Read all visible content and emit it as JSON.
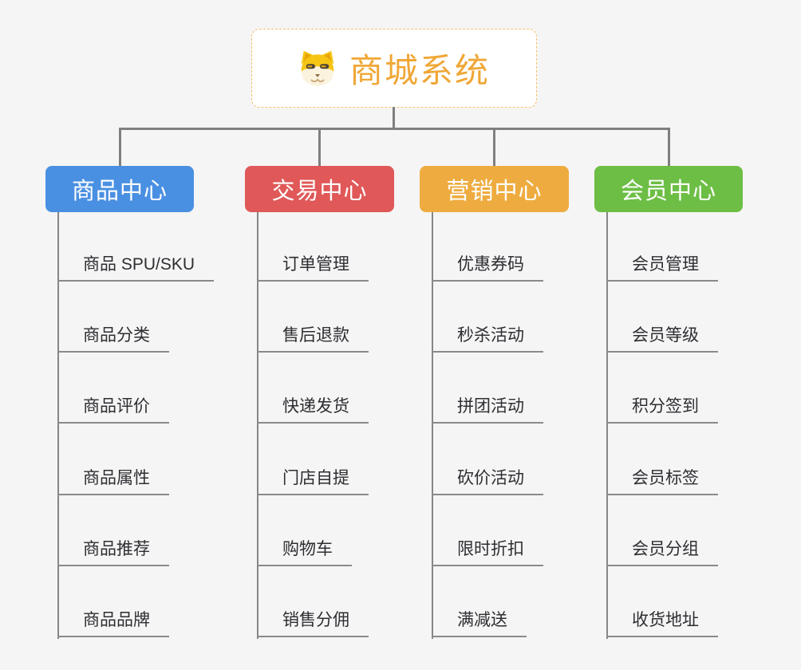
{
  "root": {
    "title": "商城系统",
    "icon": "dog-mascot-icon",
    "accent_color": "#f0a737",
    "border_color": "#f3c06b"
  },
  "connector_color": "#7f7f7f",
  "background_color": "#f5f5f5",
  "branches": [
    {
      "label": "商品中心",
      "color": "#4a90e2",
      "items": [
        "商品 SPU/SKU",
        "商品分类",
        "商品评价",
        "商品属性",
        "商品推荐",
        "商品品牌"
      ]
    },
    {
      "label": "交易中心",
      "color": "#e05858",
      "items": [
        "订单管理",
        "售后退款",
        "快递发货",
        "门店自提",
        "购物车",
        "销售分佣"
      ]
    },
    {
      "label": "营销中心",
      "color": "#eeac40",
      "items": [
        "优惠券码",
        "秒杀活动",
        "拼团活动",
        "砍价活动",
        "限时折扣",
        "满减送"
      ]
    },
    {
      "label": "会员中心",
      "color": "#6cbe44",
      "items": [
        "会员管理",
        "会员等级",
        "积分签到",
        "会员标签",
        "会员分组",
        "收货地址"
      ]
    }
  ]
}
